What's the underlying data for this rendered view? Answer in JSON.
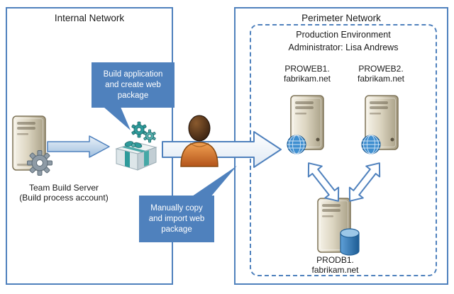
{
  "internal": {
    "title": "Internal Network",
    "build_server_label": "Team Build Server\n(Build process account)",
    "callout_build": "Build application and create web package"
  },
  "middle": {
    "callout_copy": "Manually copy and import web package"
  },
  "perimeter": {
    "title": "Perimeter Network",
    "env_line1": "Production Environment",
    "env_line2": "Administrator: Lisa Andrews",
    "proweb1_label": "PROWEB1.\nfabrikam.net",
    "proweb2_label": "PROWEB2.\nfabrikam.net",
    "prodb1_label": "PRODB1.\nfabrikam.net"
  },
  "colors": {
    "border_blue": "#4f81bd",
    "callout_blue": "#4f81bd",
    "arrow_stroke": "#4f81bd",
    "server_tan": "#ddd6c2",
    "globe_blue": "#3f8fd0",
    "database_blue": "#2f7bc0",
    "person_orange": "#d9741f",
    "package_teal": "#2e9b9b"
  }
}
